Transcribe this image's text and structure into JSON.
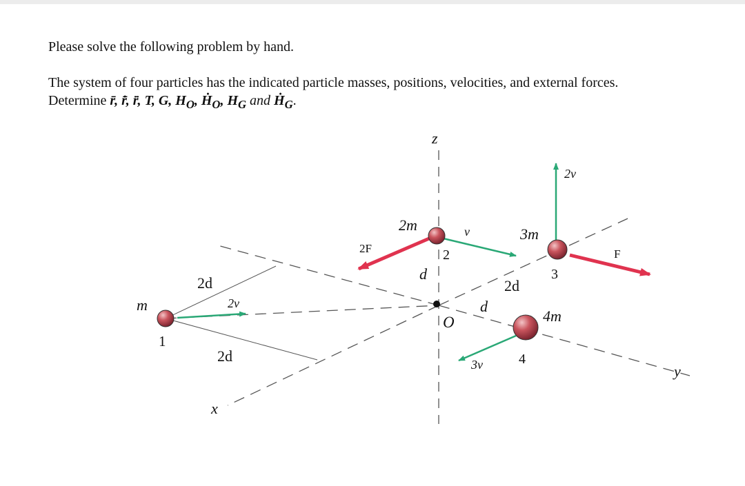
{
  "intro": "Please solve the following problem by hand.",
  "problem": {
    "line1": "The system of four particles has the indicated particle masses, positions, velocities, and external forces.",
    "line2_prefix": "Determine ",
    "line2_vars": "r̄, r̄̇, r̄̈, T, G, H",
    "sub_o1": "O",
    "h_o_dot": ", Ḣ",
    "sub_o2": "O",
    "h_g": ", H",
    "sub_g1": "G",
    "and_text": " and ",
    "h_g_dot": "Ḣ",
    "sub_g2": "G",
    "end": "."
  },
  "diagram": {
    "axis_z": "z",
    "axis_x": "x",
    "axis_y": "y",
    "origin": "O",
    "particles": [
      {
        "num": "1",
        "mass": "m"
      },
      {
        "num": "2",
        "mass": "2m"
      },
      {
        "num": "3",
        "mass": "3m"
      },
      {
        "num": "4",
        "mass": "4m"
      }
    ],
    "velocities": {
      "v1": "2v",
      "v2": "v",
      "v3": "2v",
      "v4": "3v"
    },
    "forces": {
      "f2": "2F",
      "f3": "F"
    },
    "dims": {
      "d_x_upper": "2d",
      "d_x_lower": "2d",
      "d_z": "d",
      "d_y_inner": "d",
      "d_y_outer": "2d"
    },
    "colors": {
      "velocity": "#2aa876",
      "force": "#e0334f",
      "particle": "#c9545d",
      "dash": "#555555"
    }
  }
}
